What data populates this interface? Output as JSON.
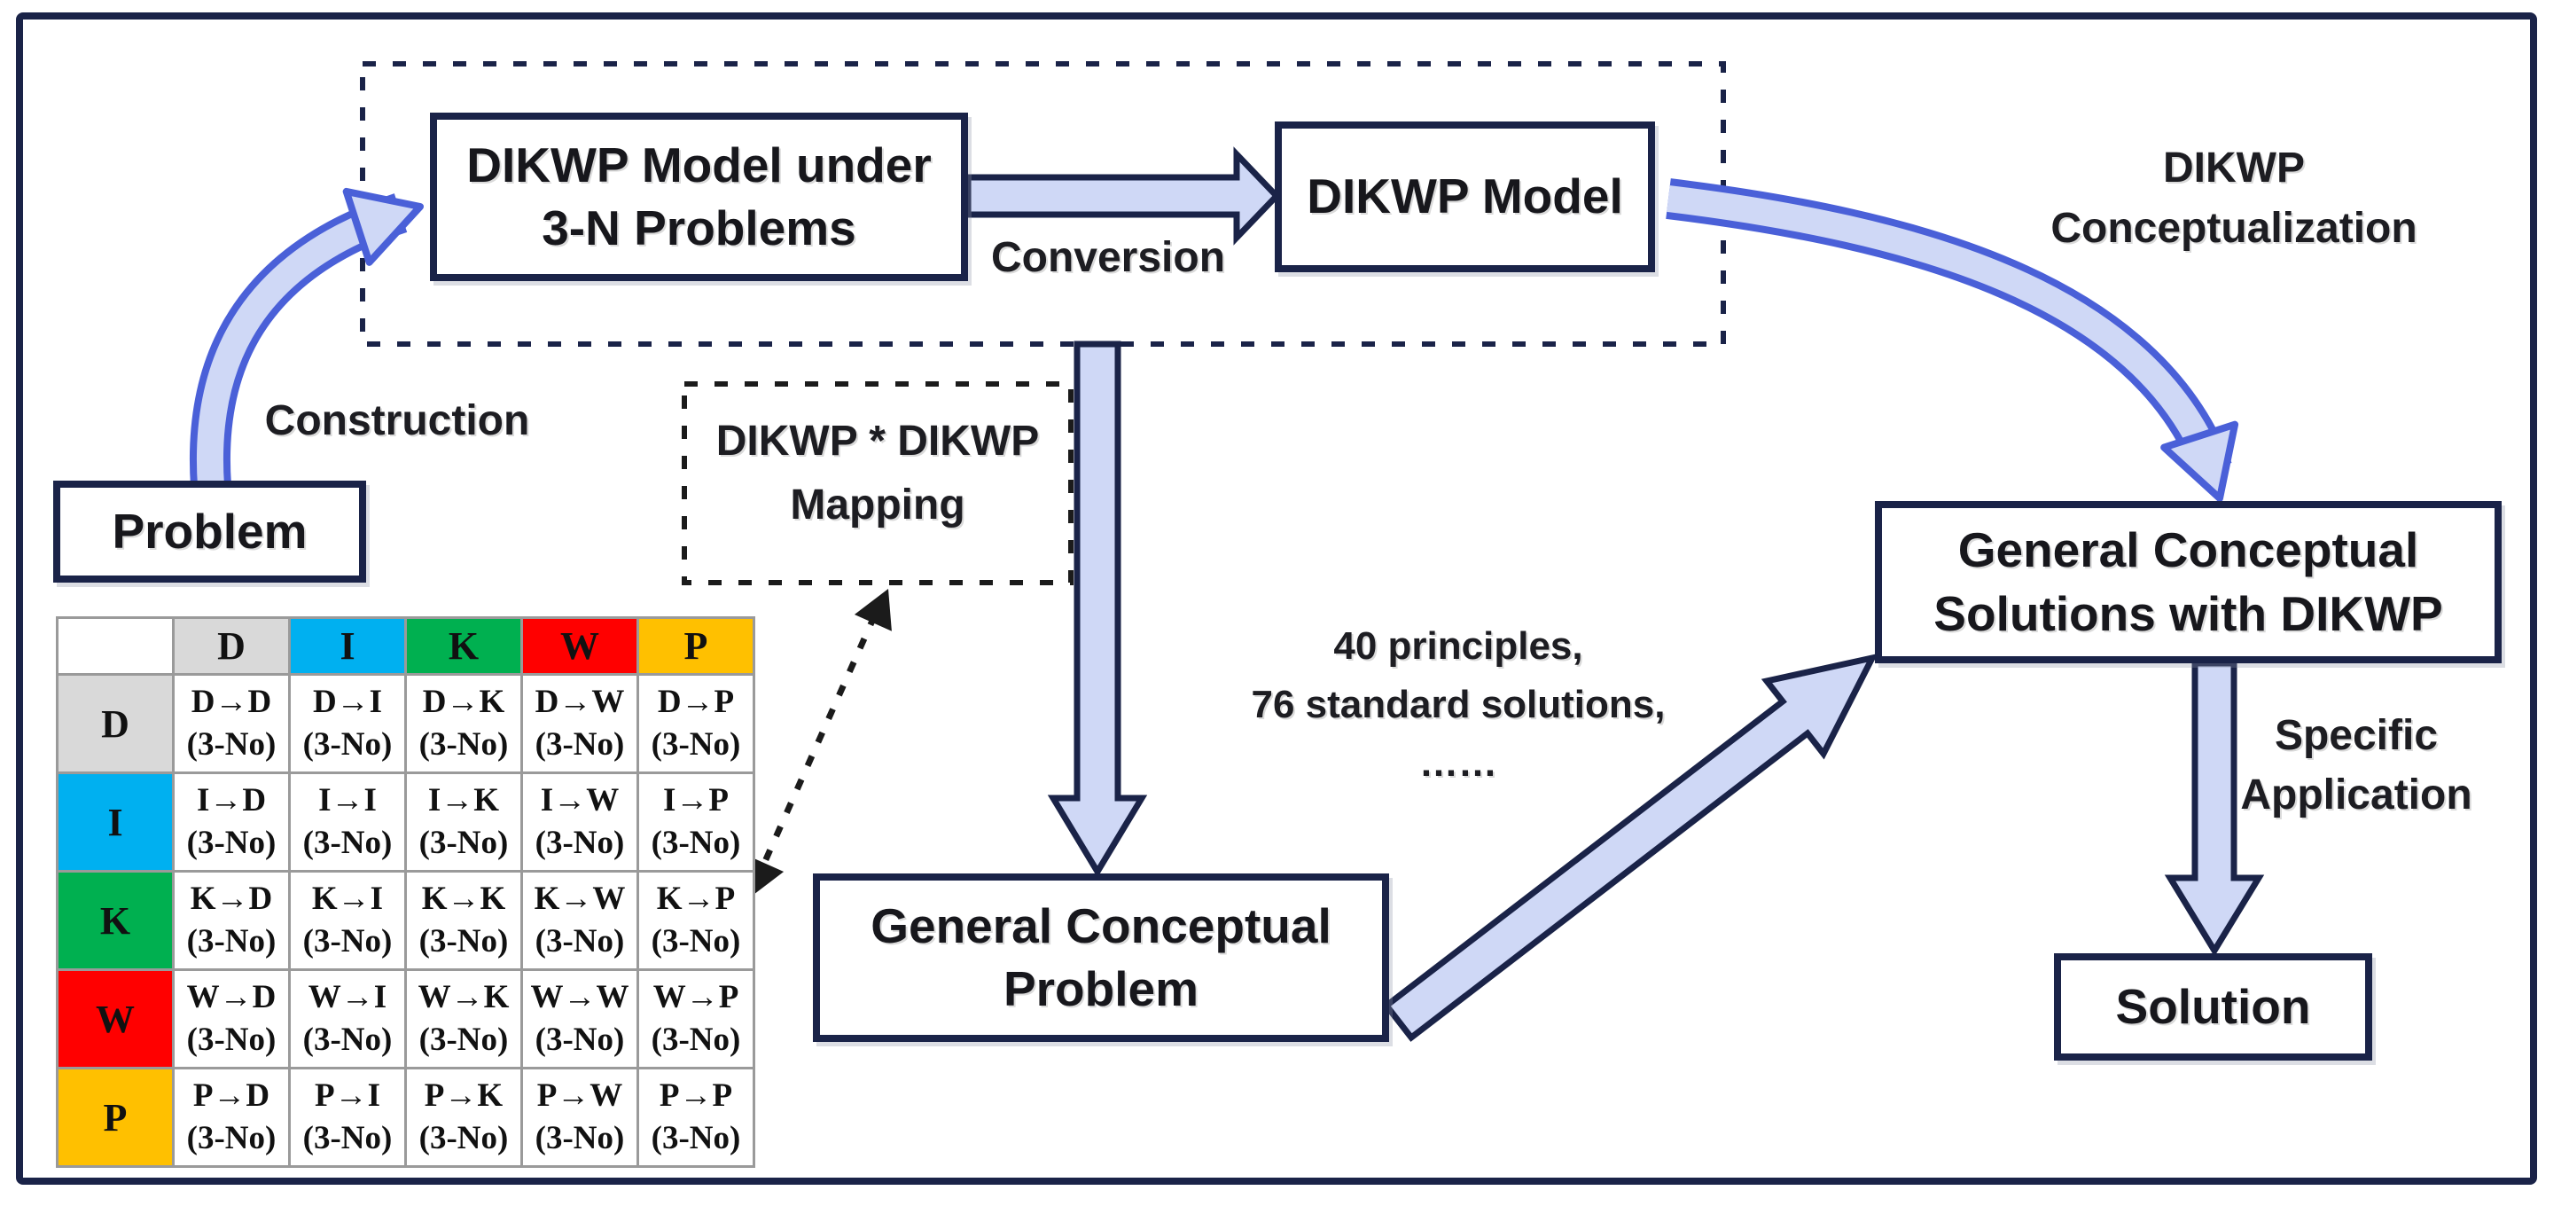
{
  "colors": {
    "navy": "#1a2348",
    "ink": "#1b1b1b",
    "curve-edge": "#4a60d8",
    "arrow-fill": "#cfd8f6",
    "grid": "#9a9a9a"
  },
  "boxes": {
    "model_3n": "DIKWP Model under\n3-N Problems",
    "model": "DIKWP Model",
    "problem": "Problem",
    "mapping": "DIKWP * DIKWP\nMapping",
    "general_problem": "General Conceptual\nProblem",
    "general_solutions": "General Conceptual\nSolutions with DIKWP",
    "solution": "Solution"
  },
  "labels": {
    "construction": "Construction",
    "conversion": "Conversion",
    "conceptualization": "DIKWP\nConceptualization",
    "principles": "40 principles,\n76 standard solutions,\n……",
    "specific_application": "Specific\nApplication"
  },
  "table": {
    "corner": "",
    "columns": [
      "D",
      "I",
      "K",
      "W",
      "P"
    ],
    "column_colors": {
      "D": "#D9D9D9",
      "I": "#00B0F0",
      "K": "#00B050",
      "W": "#FF0000",
      "P": "#FFC000"
    },
    "cell_suffix": "(3-No)",
    "rows": [
      {
        "label": "D",
        "cells": [
          "D→D",
          "D→I",
          "D→K",
          "D→W",
          "D→P"
        ]
      },
      {
        "label": "I",
        "cells": [
          "I→D",
          "I→I",
          "I→K",
          "I→W",
          "I→P"
        ]
      },
      {
        "label": "K",
        "cells": [
          "K→D",
          "K→I",
          "K→K",
          "K→W",
          "K→P"
        ]
      },
      {
        "label": "W",
        "cells": [
          "W→D",
          "W→I",
          "W→K",
          "W→W",
          "W→P"
        ]
      },
      {
        "label": "P",
        "cells": [
          "P→D",
          "P→I",
          "P→K",
          "P→W",
          "P→P"
        ]
      }
    ]
  }
}
